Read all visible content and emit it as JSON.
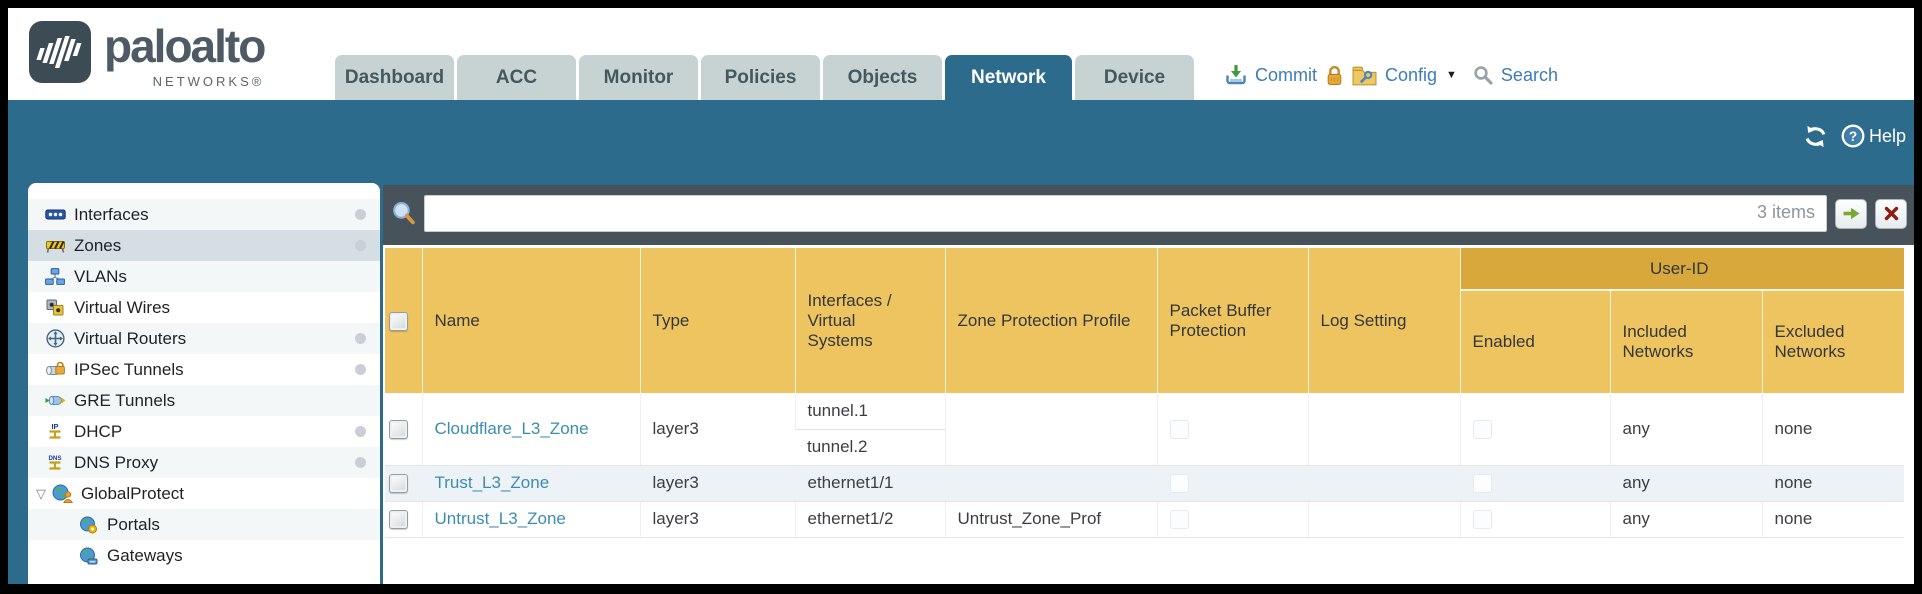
{
  "brand": {
    "name": "paloalto",
    "subtitle": "NETWORKS®"
  },
  "nav_tabs": [
    {
      "label": "Dashboard",
      "active": false
    },
    {
      "label": "ACC",
      "active": false
    },
    {
      "label": "Monitor",
      "active": false
    },
    {
      "label": "Policies",
      "active": false
    },
    {
      "label": "Objects",
      "active": false
    },
    {
      "label": "Network",
      "active": true
    },
    {
      "label": "Device",
      "active": false
    }
  ],
  "header_actions": {
    "commit": "Commit",
    "config": "Config",
    "search": "Search"
  },
  "subheader": {
    "help": "Help"
  },
  "sidebar": {
    "items": [
      {
        "label": "Interfaces",
        "icon": "interfaces-icon",
        "dot": true
      },
      {
        "label": "Zones",
        "icon": "zones-icon",
        "dot": true,
        "selected": true
      },
      {
        "label": "VLANs",
        "icon": "vlans-icon"
      },
      {
        "label": "Virtual Wires",
        "icon": "virtual-wires-icon"
      },
      {
        "label": "Virtual Routers",
        "icon": "virtual-routers-icon",
        "dot": true
      },
      {
        "label": "IPSec Tunnels",
        "icon": "ipsec-tunnels-icon",
        "dot": true
      },
      {
        "label": "GRE Tunnels",
        "icon": "gre-tunnels-icon"
      },
      {
        "label": "DHCP",
        "icon": "dhcp-icon",
        "dot": true
      },
      {
        "label": "DNS Proxy",
        "icon": "dns-proxy-icon",
        "dot": true
      },
      {
        "label": "GlobalProtect",
        "icon": "globalprotect-icon",
        "expanded": true
      },
      {
        "label": "Portals",
        "icon": "portals-icon",
        "child": true
      },
      {
        "label": "Gateways",
        "icon": "gateways-icon",
        "child": true
      }
    ]
  },
  "toolbar": {
    "items_count": "3 items"
  },
  "zones_table": {
    "group_header": "User-ID",
    "columns": {
      "name": "Name",
      "type": "Type",
      "interfaces": "Interfaces / Virtual Systems",
      "zone_protection_profile": "Zone Protection Profile",
      "packet_buffer_protection": "Packet Buffer Protection",
      "log_setting": "Log Setting",
      "enabled": "Enabled",
      "included_networks": "Included Networks",
      "excluded_networks": "Excluded Networks"
    },
    "rows": [
      {
        "name": "Cloudflare_L3_Zone",
        "type": "layer3",
        "interfaces": [
          "tunnel.1",
          "tunnel.2"
        ],
        "zone_protection_profile": "",
        "log_setting": "",
        "included_networks": "any",
        "excluded_networks": "none"
      },
      {
        "name": "Trust_L3_Zone",
        "type": "layer3",
        "interfaces": [
          "ethernet1/1"
        ],
        "zone_protection_profile": "",
        "log_setting": "",
        "included_networks": "any",
        "excluded_networks": "none"
      },
      {
        "name": "Untrust_L3_Zone",
        "type": "layer3",
        "interfaces": [
          "ethernet1/2"
        ],
        "zone_protection_profile": "Untrust_Zone_Prof",
        "log_setting": "",
        "included_networks": "any",
        "excluded_networks": "none"
      }
    ]
  },
  "colors": {
    "accent_teal": "#2d6b8d",
    "header_orange": "#edc45f",
    "group_header_orange": "#d9a83d",
    "link_blue": "#3a8db1",
    "toolbar_slate": "#47525b"
  }
}
